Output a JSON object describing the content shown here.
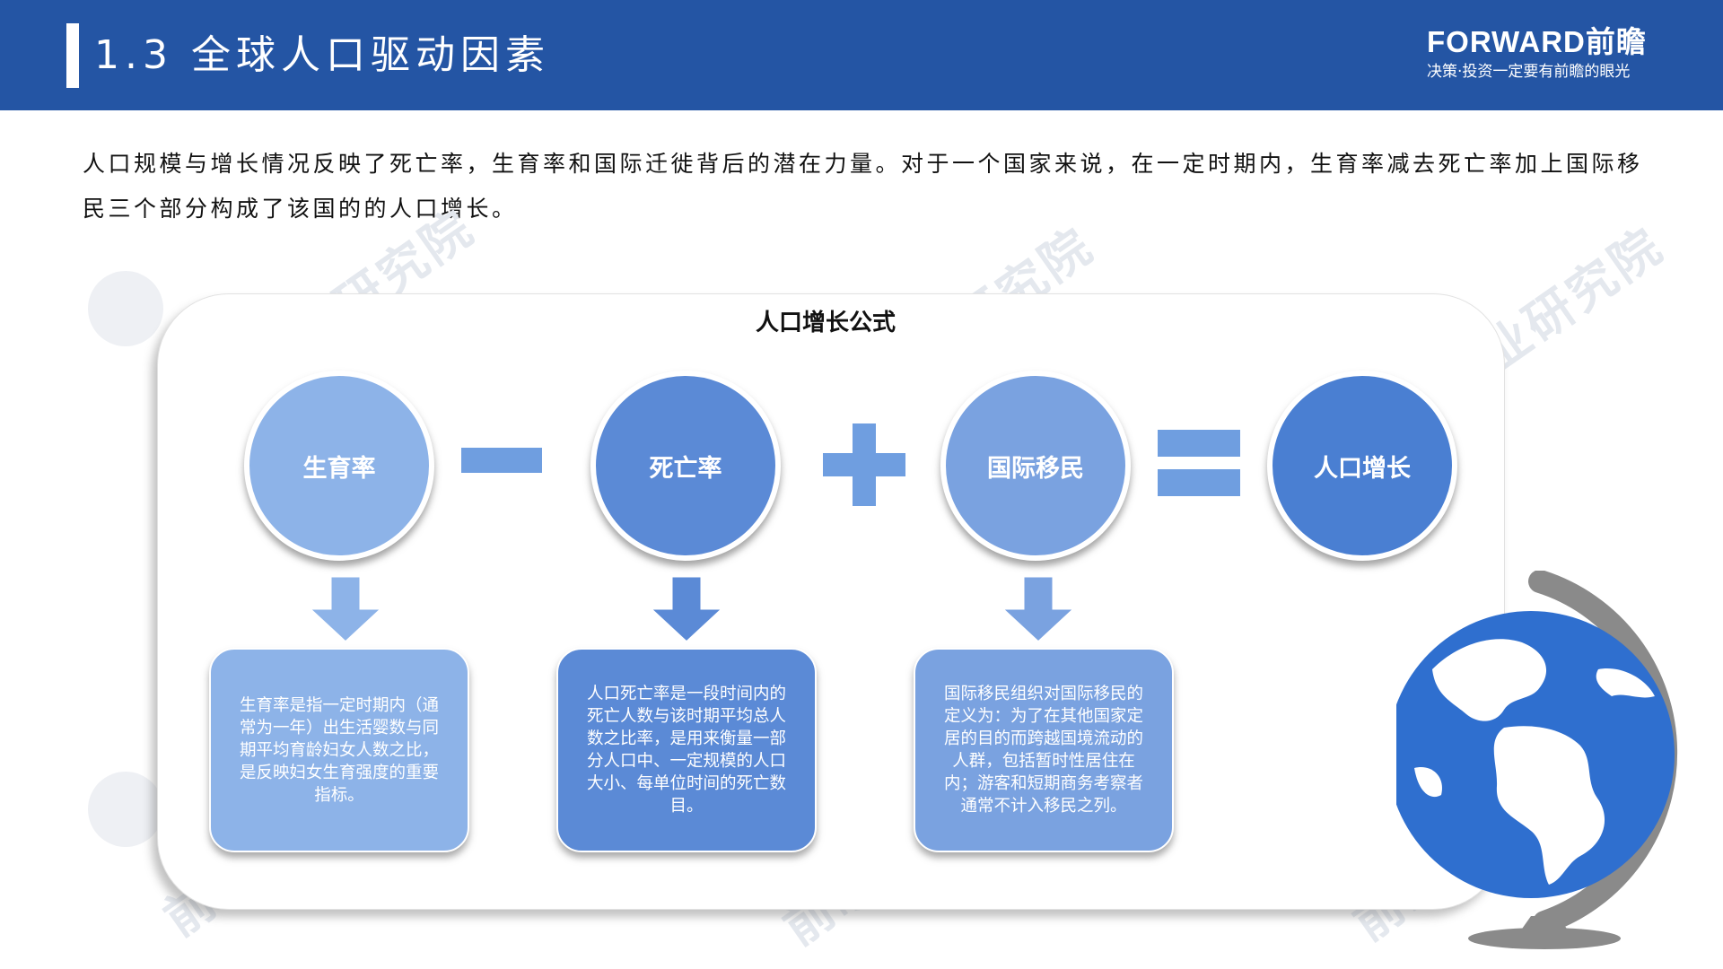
{
  "header": {
    "title": "1.3 全球人口驱动因素",
    "brand_name": "FORWARD前瞻",
    "brand_tagline": "决策·投资一定要有前瞻的眼光"
  },
  "intro": {
    "text": "人口规模与增长情况反映了死亡率，生育率和国际迁徙背后的潜在力量。对于一个国家来说，在一定时期内，生育率减去死亡率加上国际移民三个部分构成了该国的的人口增长。"
  },
  "watermark": {
    "text": "前瞻产业研究院"
  },
  "formula": {
    "title": "人口增长公式",
    "terms": [
      {
        "label": "生育率",
        "color": "#8db3e8"
      },
      {
        "label": "死亡率",
        "color": "#5b8ad6"
      },
      {
        "label": "国际移民",
        "color": "#7aa2e0"
      },
      {
        "label": "人口增长",
        "color": "#4a7fd2"
      }
    ],
    "operators": [
      "minus-sign",
      "plus-sign",
      "equals-sign"
    ],
    "operator_color": "#6f9ee0",
    "descriptions": [
      {
        "text": "生育率是指一定时期内（通常为一年）出生活婴数与同期平均育龄妇女人数之比，是反映妇女生育强度的重要指标。",
        "color": "#8db3e8"
      },
      {
        "text": "人口死亡率是一段时间内的死亡人数与该时期平均总人数之比率，是用来衡量一部分人口中、一定规模的人口大小、每单位时间的死亡数目。",
        "color": "#5b8ad6"
      },
      {
        "text": "国际移民组织对国际移民的定义为：为了在其他国家定居的目的而跨越国境流动的人群，包括暂时性居住在内；游客和短期商务考察者通常不计入移民之列。",
        "color": "#7aa2e0"
      }
    ]
  },
  "globe": {
    "icon": "globe-icon",
    "ocean_color": "#2f6fcf",
    "stand_color": "#8a8a8a"
  }
}
